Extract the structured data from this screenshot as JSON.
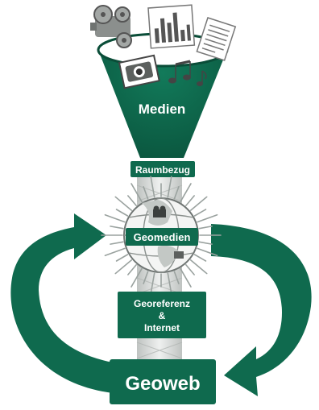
{
  "labels": {
    "medien": "Medien",
    "raumbezug": "Raumbezug",
    "geomedien": "Geomedien",
    "georeferenz_line1": "Georeferenz",
    "georeferenz_line2": "&",
    "georeferenz_line3": "Internet",
    "geoweb": "Geoweb"
  },
  "icons": [
    "film-projector-icon",
    "bar-chart-document-icon",
    "text-document-icon",
    "camera-photo-icon",
    "music-notes-icon",
    "globe-icon"
  ],
  "colors": {
    "primary_green": "#0f6a4e",
    "dark_green": "#0a4d38",
    "label_text": "#ffffff",
    "column_gray": "#d5d8d6"
  }
}
